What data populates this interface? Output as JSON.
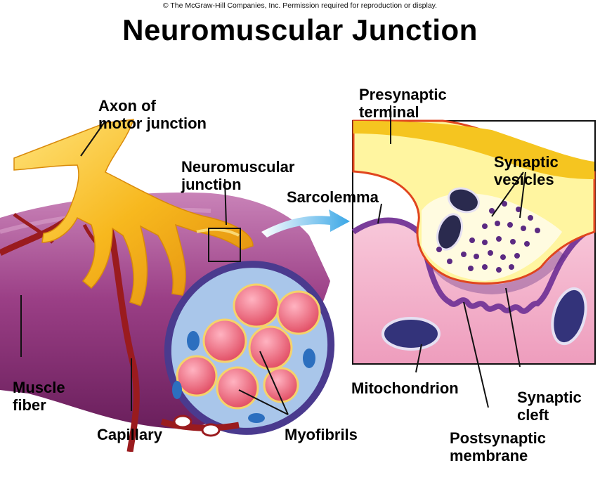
{
  "copyright": "© The McGraw-Hill Companies, Inc. Permission required for reproduction or display.",
  "title": "Neuromuscular Junction",
  "labels": {
    "axon": [
      "Axon of",
      "motor junction"
    ],
    "nmj": [
      "Neuromuscular",
      "junction"
    ],
    "presynaptic": [
      "Presynaptic",
      "terminal"
    ],
    "vesicles": [
      "Synaptic",
      "vesicles"
    ],
    "sarcolemma": "Sarcolemma",
    "muscle_fiber": [
      "Muscle",
      "fiber"
    ],
    "capillary": "Capillary",
    "myofibrils": "Myofibrils",
    "mitochondrion": "Mitochondrion",
    "cleft": [
      "Synaptic",
      "cleft"
    ],
    "postsynaptic": [
      "Postsynaptic",
      "membrane"
    ]
  },
  "colors": {
    "muscle": "#9b3f86",
    "axon": "#f7b81e",
    "vessel": "#9a1b1e",
    "inset_bg": "#f4b9cf",
    "vesicle": "#5b2a82",
    "arrow": "#4db3e8"
  }
}
